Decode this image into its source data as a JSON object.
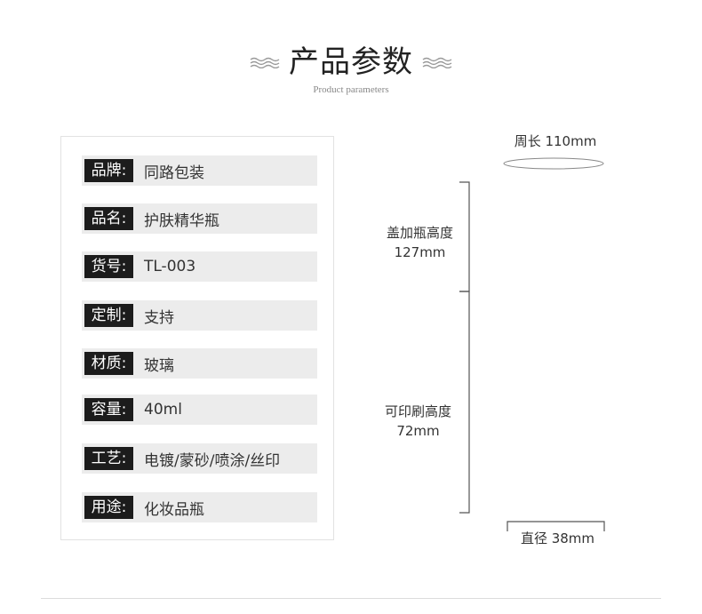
{
  "header": {
    "title": "产品参数",
    "subtitle": "Product parameters"
  },
  "specs": [
    {
      "label": "品牌:",
      "value": "同路包装"
    },
    {
      "label": "品名:",
      "value": "护肤精华瓶"
    },
    {
      "label": "货号:",
      "value": "TL-003"
    },
    {
      "label": "定制:",
      "value": "支持"
    },
    {
      "label": "材质:",
      "value": "玻璃"
    },
    {
      "label": "容量:",
      "value": "40ml"
    },
    {
      "label": "工艺:",
      "value": "电镀/蒙砂/喷涂/丝印"
    },
    {
      "label": "用途:",
      "value": "化妆品瓶"
    }
  ],
  "dimensions": {
    "circumference": "周长 110mm",
    "total_height_label": "盖加瓶高度",
    "total_height_value": "127mm",
    "print_height_label": "可印刷高度",
    "print_height_value": "72mm",
    "diameter": "直径 38mm"
  },
  "colors": {
    "label_bg": "#1c1c1c",
    "row_bg": "#ececec",
    "text": "#333333"
  }
}
